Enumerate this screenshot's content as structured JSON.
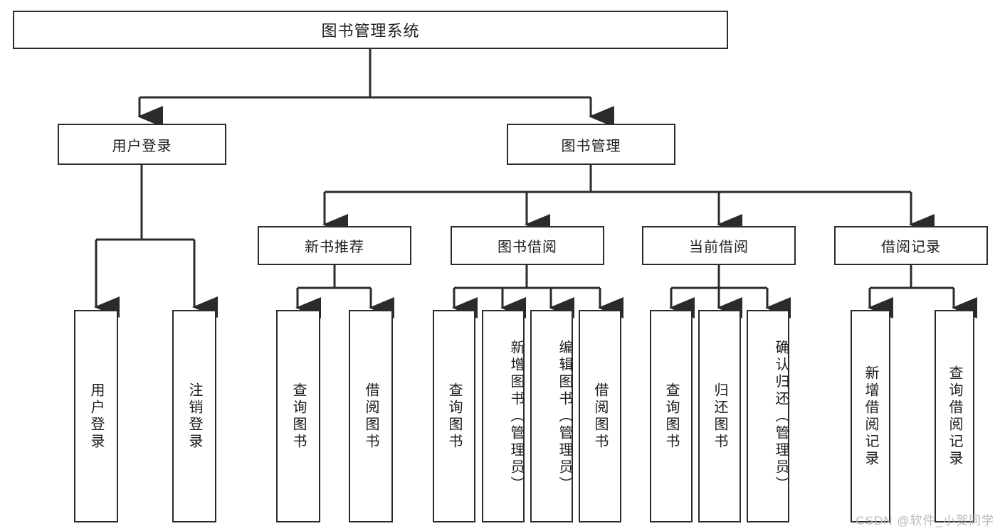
{
  "diagram": {
    "title": "图书管理系统",
    "type": "tree",
    "line_color": "#2b2b2b",
    "box_fill": "#ffffff",
    "text_color": "#1c1c1c"
  },
  "root": {
    "label": "图书管理系统"
  },
  "level2": [
    {
      "label": "用户登录"
    },
    {
      "label": "图书管理"
    }
  ],
  "level3": [
    {
      "label": "新书推荐"
    },
    {
      "label": "图书借阅"
    },
    {
      "label": "当前借阅"
    },
    {
      "label": "借阅记录"
    }
  ],
  "leaves": {
    "user_login": [
      {
        "label": "用户登录"
      },
      {
        "label": "注销登录"
      }
    ],
    "new_book": [
      {
        "label": "查询图书"
      },
      {
        "label": "借阅图书"
      }
    ],
    "book_borrow": [
      {
        "label": "查询图书"
      },
      {
        "label": "新增图书（管理员）"
      },
      {
        "label": "编辑图书（管理员）"
      },
      {
        "label": "借阅图书"
      }
    ],
    "current_borrow": [
      {
        "label": "查询图书"
      },
      {
        "label": "归还图书"
      },
      {
        "label": "确认归还（管理员）"
      }
    ],
    "borrow_record": [
      {
        "label": "新增借阅记录"
      },
      {
        "label": "查询借阅记录"
      }
    ]
  },
  "watermark": {
    "text": "CSDN @软件_小贺同学"
  }
}
